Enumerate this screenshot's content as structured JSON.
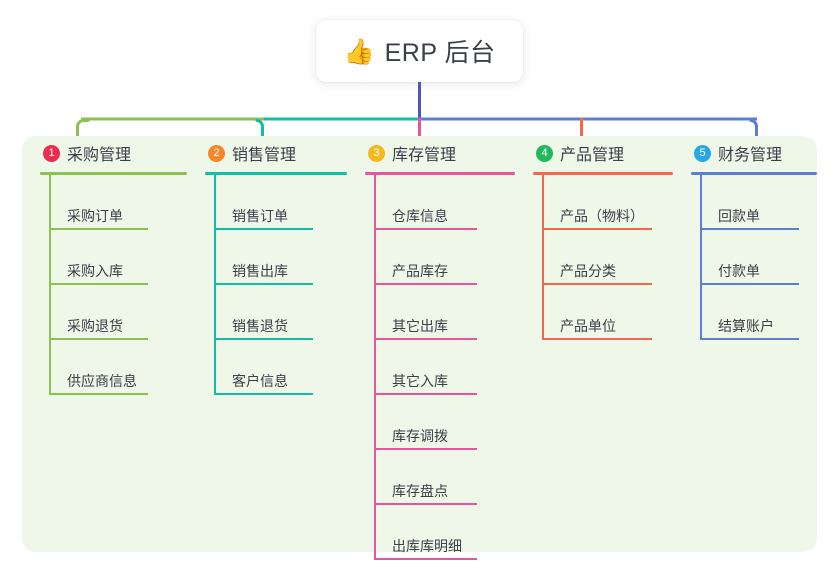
{
  "root": {
    "icon": "thumbs-up-icon",
    "emoji": "👍",
    "title": "ERP 后台"
  },
  "colors": {
    "panel_bg": "#eef7e8",
    "text": "#3b3f48",
    "root_stem": "#4e56c0",
    "branches": [
      "#8cc152",
      "#12bfa5",
      "#e8559f",
      "#f4674f",
      "#5b7fd4"
    ],
    "badges": [
      "#ec2d52",
      "#f5862a",
      "#f6b91c",
      "#22b95e",
      "#26a8e8"
    ]
  },
  "columns": [
    {
      "badge": "1",
      "badge_color": "#ec2d52",
      "title": "采购管理",
      "color": "#8cc152",
      "items": [
        "采购订单",
        "采购入库",
        "采购退货",
        "供应商信息"
      ]
    },
    {
      "badge": "2",
      "badge_color": "#f5862a",
      "title": "销售管理",
      "color": "#12bfa5",
      "items": [
        "销售订单",
        "销售出库",
        "销售退货",
        "客户信息"
      ]
    },
    {
      "badge": "3",
      "badge_color": "#f6b91c",
      "title": "库存管理",
      "color": "#e8559f",
      "items": [
        "仓库信息",
        "产品库存",
        "其它出库",
        "其它入库",
        "库存调拨",
        "库存盘点",
        "出库库明细"
      ]
    },
    {
      "badge": "4",
      "badge_color": "#22b95e",
      "title": "产品管理",
      "color": "#f4674f",
      "items": [
        "产品（物料）",
        "产品分类",
        "产品单位"
      ]
    },
    {
      "badge": "5",
      "badge_color": "#26a8e8",
      "title": "财务管理",
      "color": "#5b7fd4",
      "items": [
        "回款单",
        "付款单",
        "结算账户"
      ]
    }
  ]
}
